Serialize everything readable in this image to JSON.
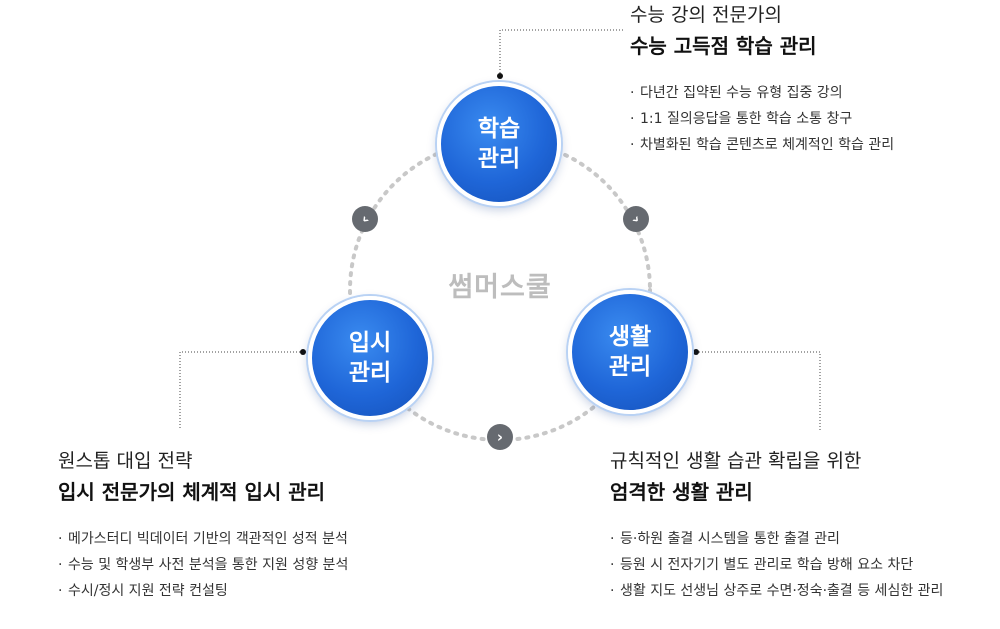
{
  "center_label": "썸머스쿨",
  "nodes": {
    "study": {
      "line1": "학습",
      "line2": "관리"
    },
    "admission": {
      "line1": "입시",
      "line2": "관리"
    },
    "life": {
      "line1": "생활",
      "line2": "관리"
    }
  },
  "blocks": {
    "study": {
      "subtitle": "수능 강의 전문가의",
      "title": "수능 고득점 학습 관리",
      "items": [
        "다년간 집약된 수능 유형 집중 강의",
        "1:1 질의응답을 통한 학습 소통 창구",
        "차별화된 학습 콘텐츠로 체계적인 학습 관리"
      ]
    },
    "admission": {
      "subtitle": "원스톱 대입 전략",
      "title": "입시 전문가의 체계적 입시 관리",
      "items": [
        "메가스터디 빅데이터 기반의 객관적인 성적 분석",
        "수능 및 학생부 사전 분석을 통한 지원 성향 분석",
        "수시/정시 지원 전략 컨설팅"
      ]
    },
    "life": {
      "subtitle": "규칙적인 생활 습관 확립을 위한",
      "title": "엄격한 생활 관리",
      "items": [
        "등·하원 출결 시스템을 통한 출결 관리",
        "등원 시 전자기기 별도 관리로 학습 방해 요소 차단",
        "생활 지도 선생님 상주로 수면·정숙·출결 등 세심한 관리"
      ]
    }
  },
  "bullet": "·",
  "colors": {
    "circle": "#1f66d8",
    "ring": "#c8c8c8",
    "arrow": "#666a70",
    "center_label": "#bdbdbd"
  }
}
